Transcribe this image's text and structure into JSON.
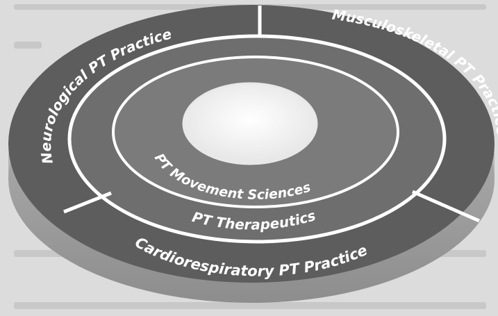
{
  "diagram": {
    "outer_ring": {
      "segments": [
        {
          "label": "Neurological PT Practice"
        },
        {
          "label": "Musculoskeletal PT Practice"
        },
        {
          "label": "Cardiorespiratory PT Practice"
        }
      ]
    },
    "middle_ring": {
      "label": "PT Therapeutics"
    },
    "inner_ring": {
      "label": "PT Movement Sciences"
    },
    "colors": {
      "outer_ring": "#5d5d5d",
      "middle_ring": "#6e6e6e",
      "inner_ring": "#7b7b7b",
      "center": "#f2f2f2",
      "divider": "#ffffff",
      "disc_side": "#9a9a9a"
    }
  }
}
